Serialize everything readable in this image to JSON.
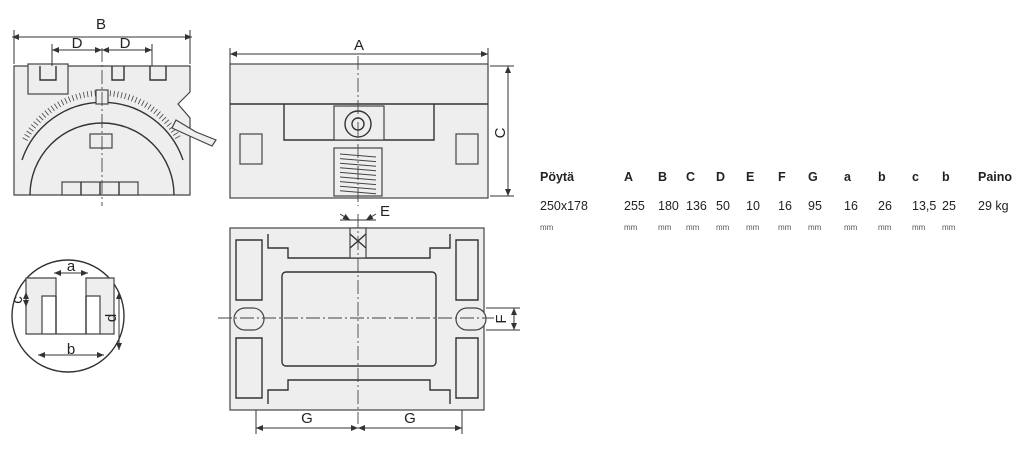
{
  "drawing": {
    "labels": {
      "B": "B",
      "D1": "D",
      "D2": "D",
      "A": "A",
      "C": "C",
      "E": "E",
      "F": "F",
      "G1": "G",
      "G2": "G",
      "a": "a",
      "b": "b",
      "c": "c",
      "d": "d"
    }
  },
  "spec_table": {
    "headers": [
      "Pöytä",
      "A",
      "B",
      "C",
      "D",
      "E",
      "F",
      "G",
      "a",
      "b",
      "c",
      "b",
      "Paino"
    ],
    "values": [
      "250x178",
      "255",
      "180",
      "136",
      "50",
      "10",
      "16",
      "95",
      "16",
      "26",
      "13,5",
      "25",
      "29 kg"
    ],
    "units": [
      "mm",
      "mm",
      "mm",
      "mm",
      "mm",
      "mm",
      "mm",
      "mm",
      "mm",
      "mm",
      "mm",
      "mm",
      ""
    ]
  }
}
